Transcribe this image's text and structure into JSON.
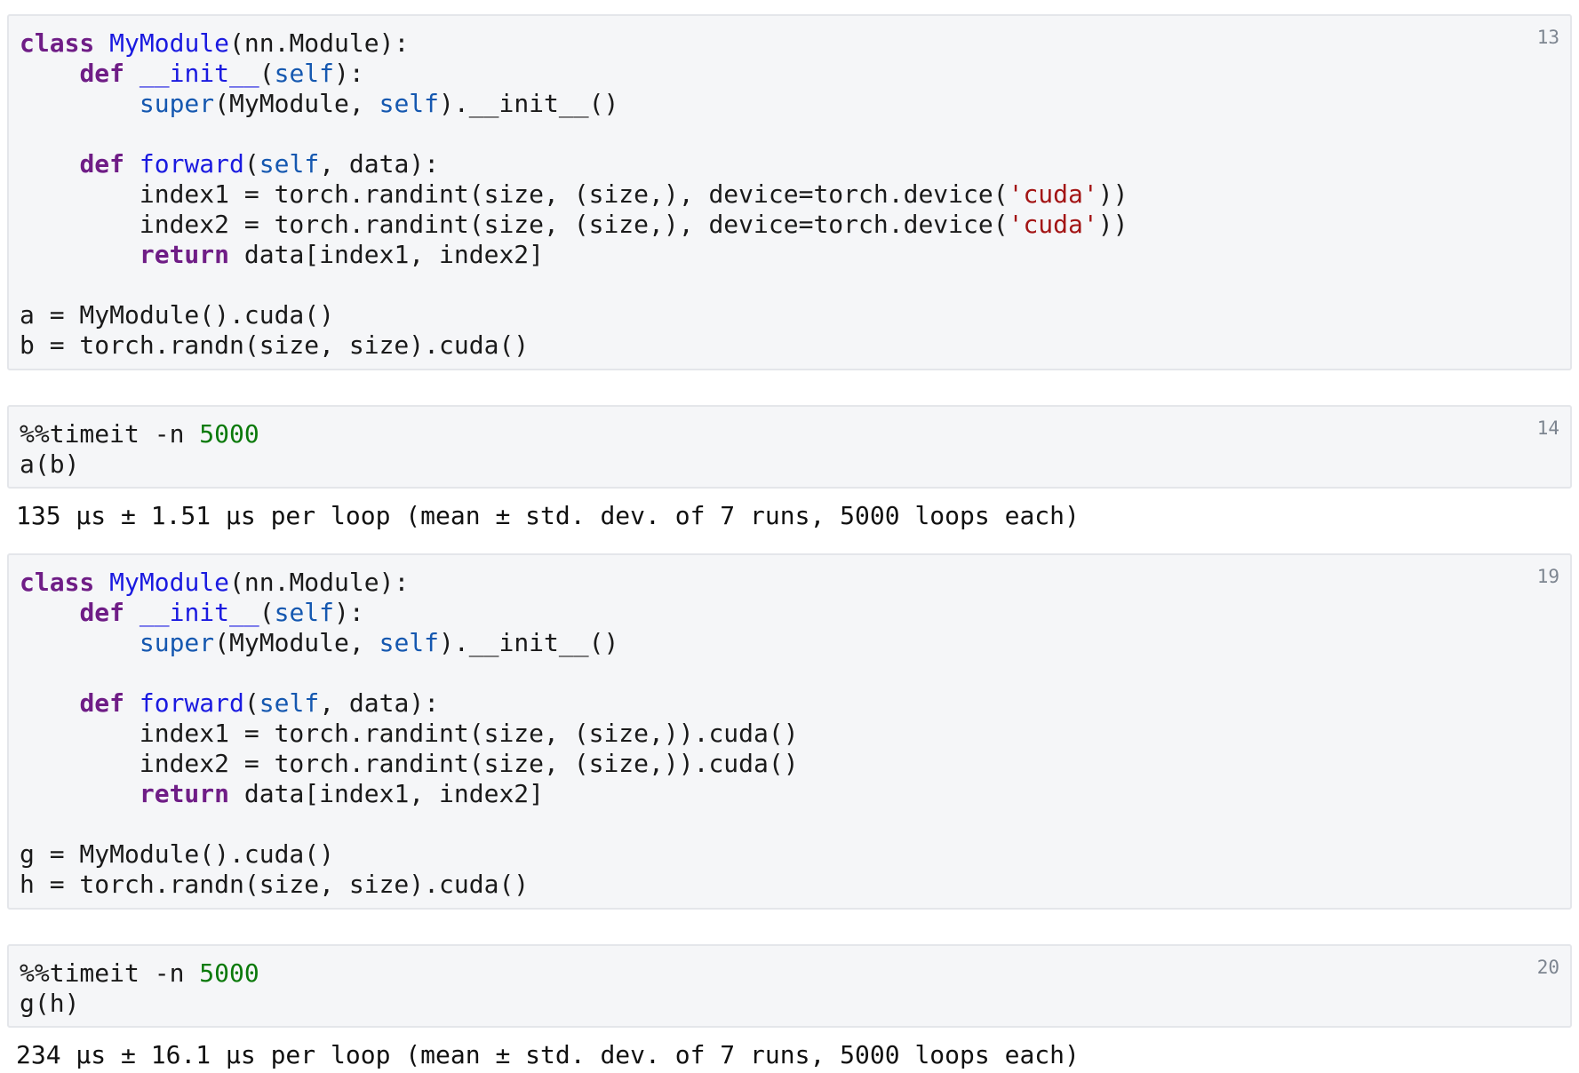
{
  "cells": [
    {
      "exec_count": "13",
      "lines": [
        [
          [
            "class",
            "kw"
          ],
          [
            " ",
            ""
          ],
          [
            "MyModule",
            "fn"
          ],
          [
            "(nn.Module):",
            ""
          ]
        ],
        [
          [
            "    ",
            ""
          ],
          [
            "def",
            "kw"
          ],
          [
            " ",
            ""
          ],
          [
            "__init__",
            "fn"
          ],
          [
            "(",
            ""
          ],
          [
            "self",
            "self"
          ],
          [
            "):",
            ""
          ]
        ],
        [
          [
            "        ",
            ""
          ],
          [
            "super",
            "bi"
          ],
          [
            "(MyModule, ",
            ""
          ],
          [
            "self",
            "self"
          ],
          [
            ").__init__()",
            ""
          ]
        ],
        [],
        [
          [
            "    ",
            ""
          ],
          [
            "def",
            "kw"
          ],
          [
            " ",
            ""
          ],
          [
            "forward",
            "fn"
          ],
          [
            "(",
            ""
          ],
          [
            "self",
            "self"
          ],
          [
            ", data):",
            ""
          ]
        ],
        [
          [
            "        index1 = torch.randint(size, (size,), device=torch.device(",
            ""
          ],
          [
            "'cuda'",
            "str"
          ],
          [
            "))",
            ""
          ]
        ],
        [
          [
            "        index2 = torch.randint(size, (size,), device=torch.device(",
            ""
          ],
          [
            "'cuda'",
            "str"
          ],
          [
            "))",
            ""
          ]
        ],
        [
          [
            "        ",
            ""
          ],
          [
            "return",
            "kw"
          ],
          [
            " data[index1, index2]",
            ""
          ]
        ],
        [],
        [
          [
            "a = MyModule().cuda()",
            ""
          ]
        ],
        [
          [
            "b = torch.randn(size, size).cuda()",
            ""
          ]
        ]
      ]
    },
    {
      "exec_count": "14",
      "lines": [
        [
          [
            "%%timeit -n ",
            ""
          ],
          [
            "5000",
            "num"
          ]
        ],
        [
          [
            "a(b)",
            ""
          ]
        ]
      ],
      "output": "135 µs ± 1.51 µs per loop (mean ± std. dev. of 7 runs, 5000 loops each)"
    },
    {
      "exec_count": "19",
      "lines": [
        [
          [
            "class",
            "kw"
          ],
          [
            " ",
            ""
          ],
          [
            "MyModule",
            "fn"
          ],
          [
            "(nn.Module):",
            ""
          ]
        ],
        [
          [
            "    ",
            ""
          ],
          [
            "def",
            "kw"
          ],
          [
            " ",
            ""
          ],
          [
            "__init__",
            "fn"
          ],
          [
            "(",
            ""
          ],
          [
            "self",
            "self"
          ],
          [
            "):",
            ""
          ]
        ],
        [
          [
            "        ",
            ""
          ],
          [
            "super",
            "bi"
          ],
          [
            "(MyModule, ",
            ""
          ],
          [
            "self",
            "self"
          ],
          [
            ").__init__()",
            ""
          ]
        ],
        [],
        [
          [
            "    ",
            ""
          ],
          [
            "def",
            "kw"
          ],
          [
            " ",
            ""
          ],
          [
            "forward",
            "fn"
          ],
          [
            "(",
            ""
          ],
          [
            "self",
            "self"
          ],
          [
            ", data):",
            ""
          ]
        ],
        [
          [
            "        index1 = torch.randint(size, (size,)).cuda()",
            ""
          ]
        ],
        [
          [
            "        index2 = torch.randint(size, (size,)).cuda()",
            ""
          ]
        ],
        [
          [
            "        ",
            ""
          ],
          [
            "return",
            "kw"
          ],
          [
            " data[index1, index2]",
            ""
          ]
        ],
        [],
        [
          [
            "g = MyModule().cuda()",
            ""
          ]
        ],
        [
          [
            "h = torch.randn(size, size).cuda()",
            ""
          ]
        ]
      ]
    },
    {
      "exec_count": "20",
      "lines": [
        [
          [
            "%%timeit -n ",
            ""
          ],
          [
            "5000",
            "num"
          ]
        ],
        [
          [
            "g(h)",
            ""
          ]
        ]
      ],
      "output": "234 µs ± 16.1 µs per loop (mean ± std. dev. of 7 runs, 5000 loops each)"
    }
  ]
}
